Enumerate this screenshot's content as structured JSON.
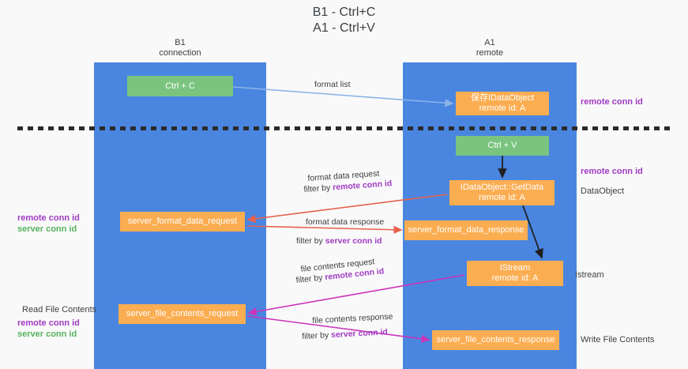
{
  "title": "B1 - Ctrl+C\nA1 - Ctrl+V",
  "title_line1": "B1 - Ctrl+C",
  "title_line2": "A1 - Ctrl+V",
  "colors": {
    "lane": "#4a86e0",
    "green_node": "#7ac47f",
    "orange_node": "#fbad51",
    "remote_conn_id": "#a13bc4",
    "server_conn_id": "#57b35e",
    "arrow_format_list": "#8ab4e8",
    "arrow_format_data": "#e8604c",
    "arrow_file_contents": "#cc33bb",
    "arrow_black": "#1f1f1f",
    "background": "#f9f9f9"
  },
  "lanes": [
    {
      "id": "b1",
      "title_line1": "B1",
      "title_line2": "connection"
    },
    {
      "id": "a1",
      "title_line1": "A1",
      "title_line2": "remote"
    }
  ],
  "nodes": [
    {
      "id": "ctrl-c",
      "lane": "b1",
      "kind": "green",
      "line1": "Ctrl + C",
      "line2": ""
    },
    {
      "id": "save-idataobject",
      "lane": "a1",
      "kind": "orange",
      "line1": "保存IDataObject",
      "line2": "remote id: A"
    },
    {
      "id": "ctrl-v",
      "lane": "a1",
      "kind": "green",
      "line1": "Ctrl + V",
      "line2": ""
    },
    {
      "id": "idataobject-getdata",
      "lane": "a1",
      "kind": "orange",
      "line1": "IDataObject::GetData",
      "line2": "remote id: A"
    },
    {
      "id": "server-format-data-request",
      "lane": "b1",
      "kind": "orange",
      "line1": "server_format_data_request",
      "line2": ""
    },
    {
      "id": "server-format-data-response",
      "lane": "a1",
      "kind": "orange",
      "line1": "server_format_data_response",
      "line2": ""
    },
    {
      "id": "istream",
      "lane": "a1",
      "kind": "orange",
      "line1": "IStream",
      "line2": "remote id: A"
    },
    {
      "id": "server-file-contents-request",
      "lane": "b1",
      "kind": "orange",
      "line1": "server_file_contents_request",
      "line2": ""
    },
    {
      "id": "server-file-contents-response",
      "lane": "a1",
      "kind": "orange",
      "line1": "server_file_contents_response",
      "line2": ""
    }
  ],
  "right_labels": {
    "remote_conn_id_top": "remote conn id",
    "remote_conn_id_mid": "remote conn id",
    "dataobject": "DataObject",
    "istream": "Istream",
    "write_file_contents": "Write File Contents"
  },
  "left_labels": {
    "remote_conn_id_1": "remote conn id",
    "server_conn_id_1": "server conn id",
    "read_file_contents": "Read File Contents",
    "remote_conn_id_2": "remote conn id",
    "server_conn_id_2": "server conn id"
  },
  "edge_captions": {
    "format_list": "format list",
    "format_data_request": "format data request",
    "format_data_request_filter_prefix": "filter by ",
    "format_data_request_filter_key": "remote conn id",
    "format_data_response": "format data response",
    "format_data_response_filter_prefix": "filter by ",
    "format_data_response_filter_key": "server conn id",
    "file_contents_request": "file contents request",
    "file_contents_request_filter_prefix": "filter by ",
    "file_contents_request_filter_key": "remote conn id",
    "file_contents_response": "file contents response",
    "file_contents_response_filter_prefix": "filter by ",
    "file_contents_response_filter_key": "server conn id"
  }
}
